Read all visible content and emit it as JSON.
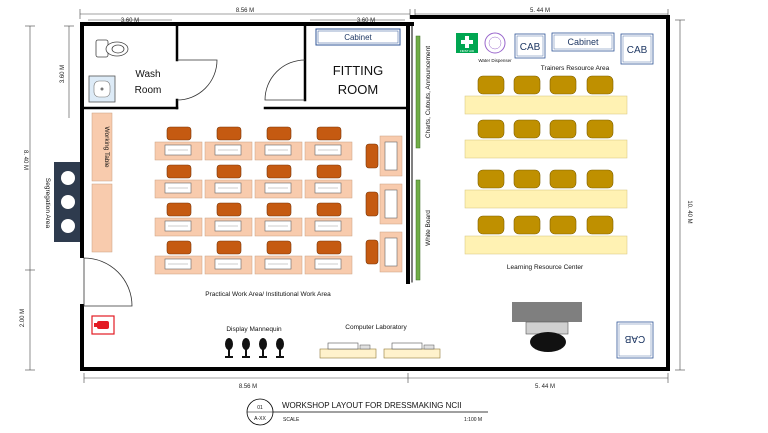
{
  "dimensions": {
    "top_left_width": "3.60 M",
    "top_mid_width": "8.56 M",
    "top_right_width": "3.60 M",
    "top_right_room_width": "5. 44 M",
    "left_upper_height": "3.60 M",
    "left_full_height": "8. 40 M",
    "left_lower_height": "2.00 M",
    "right_height": "10. 40 M",
    "bottom_left_width": "8.56 M",
    "bottom_right_width": "5. 44 M"
  },
  "rooms": {
    "wash_room_line1": "Wash",
    "wash_room_line2": "Room",
    "fitting_room_line1": "FITTING",
    "fitting_room_line2": "ROOM"
  },
  "labels": {
    "cabinet_fitting": "Cabinet",
    "working_table": "Working Table",
    "segregation_area": "Segregation Area",
    "practical_work_area": "Practical Work Area/ Institutional Work Area",
    "charts_board": "Charts, Cutouts, Announcement",
    "white_board": "White Board",
    "first_aid": "FIRST AID",
    "water_dispenser": "Water Dispenser",
    "cab_1": "CAB",
    "cabinet_trainers": "Cabinet",
    "cab_2": "CAB",
    "trainers_resource_area": "Trainers Resource Area",
    "learning_resource_center": "Learning Resource Center",
    "cab_3": "CAB",
    "display_mannequin": "Display Mannequin",
    "computer_laboratory": "Computer Laboratory"
  },
  "title_block": {
    "sheet_number": "01",
    "sheet_code": "A-XX",
    "title": "WORKSHOP LAYOUT FOR DRESSMAKING NCII",
    "scale_label": "SCALE",
    "scale_value": "1:100 M"
  },
  "colors": {
    "wall": "#000000",
    "table_peach": "#f8cbad",
    "chair_orange": "#c55a11",
    "chair_gold": "#bf9000",
    "table_yellow": "#fff2b3",
    "board_green": "#70ad47",
    "cabinet_border": "#2f5597",
    "first_aid": "#00a651",
    "extinguisher": "#e31b23",
    "segregation_panel": "#2e3b4e"
  }
}
